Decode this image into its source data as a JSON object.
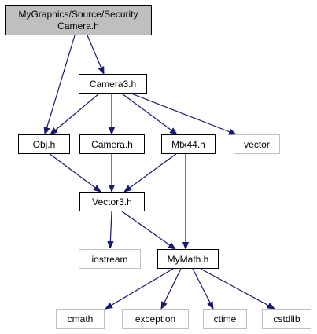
{
  "diagram": {
    "title": "MyGraphics/Source/Security Camera.h",
    "colors": {
      "root_fill": "#bfbfbf",
      "node_border": "#000000",
      "external_border": "#bfbfbf",
      "edge": "#191970"
    },
    "nodes": {
      "root": {
        "line1": "MyGraphics/Source/Security",
        "line2": "Camera.h"
      },
      "camera3": {
        "label": "Camera3.h"
      },
      "obj": {
        "label": "Obj.h"
      },
      "camera": {
        "label": "Camera.h"
      },
      "mtx44": {
        "label": "Mtx44.h"
      },
      "vector": {
        "label": "vector"
      },
      "vector3": {
        "label": "Vector3.h"
      },
      "iostream": {
        "label": "iostream"
      },
      "mymath": {
        "label": "MyMath.h"
      },
      "cmath": {
        "label": "cmath"
      },
      "exception": {
        "label": "exception"
      },
      "ctime": {
        "label": "ctime"
      },
      "cstdlib": {
        "label": "cstdlib"
      }
    },
    "edges": [
      {
        "from": "root",
        "to": "obj"
      },
      {
        "from": "root",
        "to": "camera3"
      },
      {
        "from": "camera3",
        "to": "obj"
      },
      {
        "from": "camera3",
        "to": "camera"
      },
      {
        "from": "camera3",
        "to": "mtx44"
      },
      {
        "from": "camera3",
        "to": "vector"
      },
      {
        "from": "obj",
        "to": "vector3"
      },
      {
        "from": "camera",
        "to": "vector3"
      },
      {
        "from": "mtx44",
        "to": "vector3"
      },
      {
        "from": "mtx44",
        "to": "mymath"
      },
      {
        "from": "vector3",
        "to": "iostream"
      },
      {
        "from": "vector3",
        "to": "mymath"
      },
      {
        "from": "mymath",
        "to": "cmath"
      },
      {
        "from": "mymath",
        "to": "exception"
      },
      {
        "from": "mymath",
        "to": "ctime"
      },
      {
        "from": "mymath",
        "to": "cstdlib"
      }
    ]
  }
}
